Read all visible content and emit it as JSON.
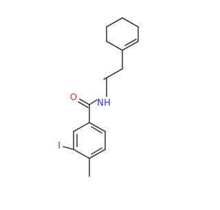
{
  "molecule": {
    "atoms": {
      "oxygen": {
        "symbol": "O",
        "color": "#e0321e"
      },
      "nitrogen": {
        "symbol": "N",
        "color": "#2a2aef"
      },
      "hydrogen": {
        "symbol": "H",
        "color": "#2a2aef"
      },
      "iodine": {
        "symbol": "I",
        "color": "#9a1fa0"
      }
    },
    "bond_color": "#3a3a3a"
  }
}
